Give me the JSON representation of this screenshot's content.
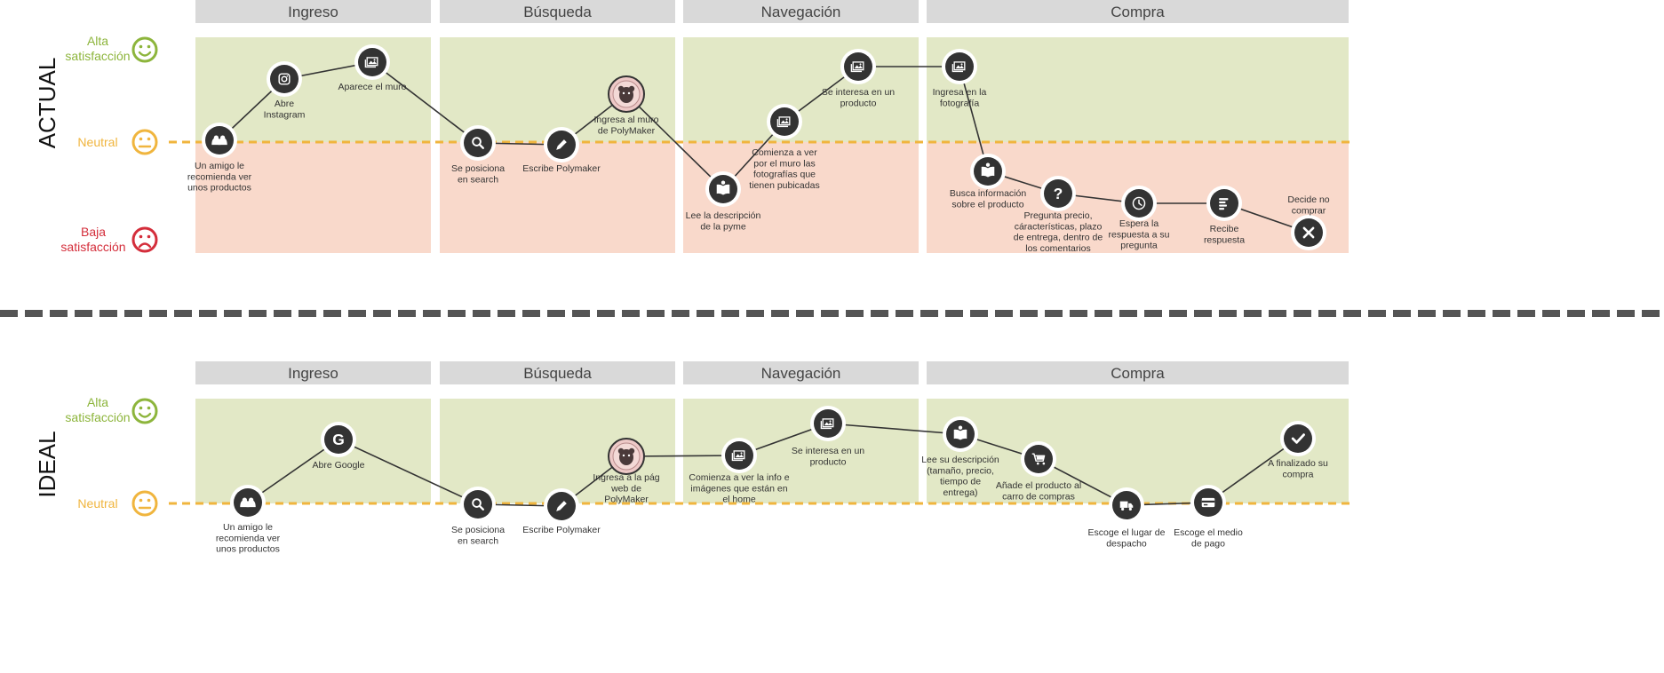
{
  "colors": {
    "high_zone": "#e2e8c6",
    "low_zone": "#f9d9cb",
    "header_bg": "#d9d9d9",
    "neutral_line": "#f0b53e",
    "high_face": "#8db53c",
    "neutral_face": "#f0b53e",
    "low_face": "#d42e3b",
    "node_fill": "#333333",
    "separator": "#555555"
  },
  "legend": {
    "high": "Alta\nsatisfacción",
    "neutral": "Neutral",
    "low": "Baja\nsatisfacción"
  },
  "phases": [
    "Ingreso",
    "Búsqueda",
    "Navegación",
    "Compra"
  ],
  "actual": {
    "title": "ACTUAL",
    "steps": [
      {
        "icon": "users-icon",
        "label": "Un amigo le\nrecomienda ver\nunos productos"
      },
      {
        "icon": "instagram-icon",
        "label": "Abre\nInstagram"
      },
      {
        "icon": "image-icon",
        "label": "Aparece el muro"
      },
      {
        "icon": "search-icon",
        "label": "Se posiciona\nen search"
      },
      {
        "icon": "pencil-icon",
        "label": "Escribe Polymaker"
      },
      {
        "icon": "polymaker-logo",
        "label": "Ingresa al muro\nde PolyMaker"
      },
      {
        "icon": "book-icon",
        "label": "Lee la descripción\nde la pyme"
      },
      {
        "icon": "image-icon",
        "label": "Comienza a ver\npor el muro las\nfotografías que\ntienen pubicadas"
      },
      {
        "icon": "image-icon",
        "label": "Se interesa en un\nproducto"
      },
      {
        "icon": "image-icon",
        "label": "Ingresa en la\nfotografía"
      },
      {
        "icon": "book-icon",
        "label": "Busca información\nsobre el producto"
      },
      {
        "icon": "question-icon",
        "label": "Pregunta precio,\ncáracterísticas, plazo\nde entrega, dentro de\nlos comentarios"
      },
      {
        "icon": "clock-icon",
        "label": "Espera la\nrespuesta a su\npregunta"
      },
      {
        "icon": "list-icon",
        "label": "Recibe\nrespuesta"
      },
      {
        "icon": "close-icon",
        "label": "Decide no\ncomprar"
      }
    ]
  },
  "ideal": {
    "title": "IDEAL",
    "steps": [
      {
        "icon": "users-icon",
        "label": "Un amigo le\nrecomienda ver\nunos productos"
      },
      {
        "icon": "google-icon",
        "label": "Abre Google"
      },
      {
        "icon": "search-icon",
        "label": "Se posiciona\nen search"
      },
      {
        "icon": "pencil-icon",
        "label": "Escribe Polymaker"
      },
      {
        "icon": "polymaker-logo",
        "label": "Ingresa a la pág\nweb de\nPolyMaker"
      },
      {
        "icon": "image-icon",
        "label": "Comienza a ver la info e\nimágenes que están en\nel home"
      },
      {
        "icon": "image-icon",
        "label": "Se interesa en un\nproducto"
      },
      {
        "icon": "book-icon",
        "label": "Lee su descripción\n(tamaño, precio,\ntiempo de\nentrega)"
      },
      {
        "icon": "cart-icon",
        "label": "Añade el producto al\ncarro de compras"
      },
      {
        "icon": "truck-icon",
        "label": "Escoge el lugar de\ndespacho"
      },
      {
        "icon": "card-icon",
        "label": "Escoge el medio\nde pago"
      },
      {
        "icon": "check-icon",
        "label": "A finalizado su\ncompra"
      }
    ]
  }
}
